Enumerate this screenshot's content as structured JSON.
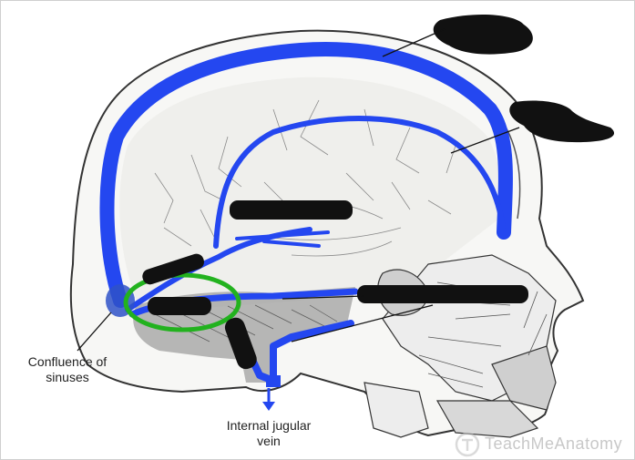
{
  "labels": {
    "confluence": "Confluence of\nsinuses",
    "jugular": "Internal jugular\nvein"
  },
  "watermark": {
    "brand": "TeachMeAnatomy",
    "icon": "teachmeanatomy-logo-icon"
  },
  "colors": {
    "sinus_blue": "#2447f0",
    "highlight_green": "#22b21e",
    "redaction_black": "#111111",
    "bone_outline": "#333333",
    "shading": "#9a9a9a"
  }
}
